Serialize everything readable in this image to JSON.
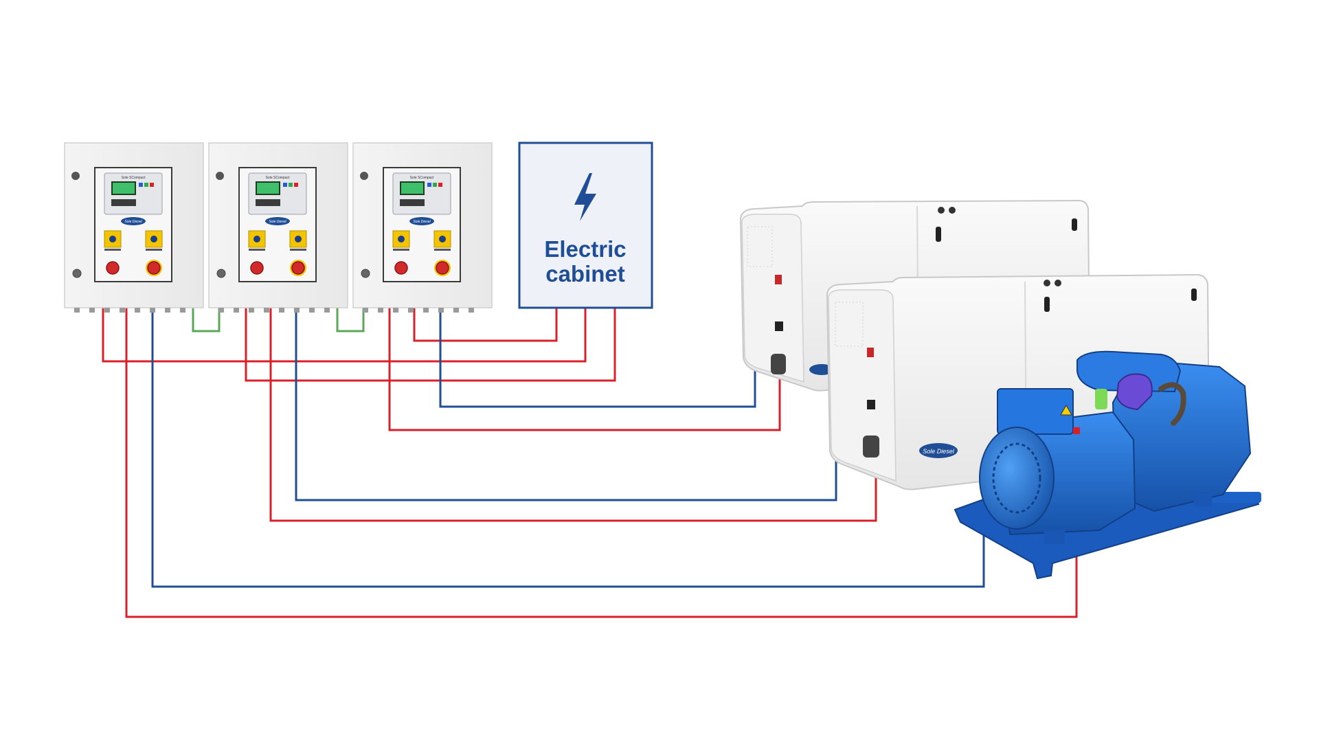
{
  "electric_cabinet": {
    "label_line1": "Electric",
    "label_line2": "cabinet",
    "icon": "lightning-bolt-icon"
  },
  "control_panels": [
    {
      "display_brand": "Sole SCompact",
      "logo_text": "Sole Diesel"
    },
    {
      "display_brand": "Sole SCompact",
      "logo_text": "Sole Diesel"
    },
    {
      "display_brand": "Sole SCompact",
      "logo_text": "Sole Diesel"
    }
  ],
  "generators": [
    {
      "type": "enclosed-generator",
      "logo_text": "Sole Diesel"
    },
    {
      "type": "enclosed-generator",
      "logo_text": "Sole Diesel"
    },
    {
      "type": "open-frame-generator",
      "logo_text": ""
    }
  ],
  "colors": {
    "power_line": "#d8202a",
    "signal_line": "#1f4e96",
    "link_line": "#5aa75a",
    "cabinet_border": "#1f4e96",
    "cabinet_fill": "#eef1f8",
    "cabinet_text": "#1f4e96",
    "generator_blue": "#1f6fd0",
    "panel_body": "#f1f1f1"
  }
}
